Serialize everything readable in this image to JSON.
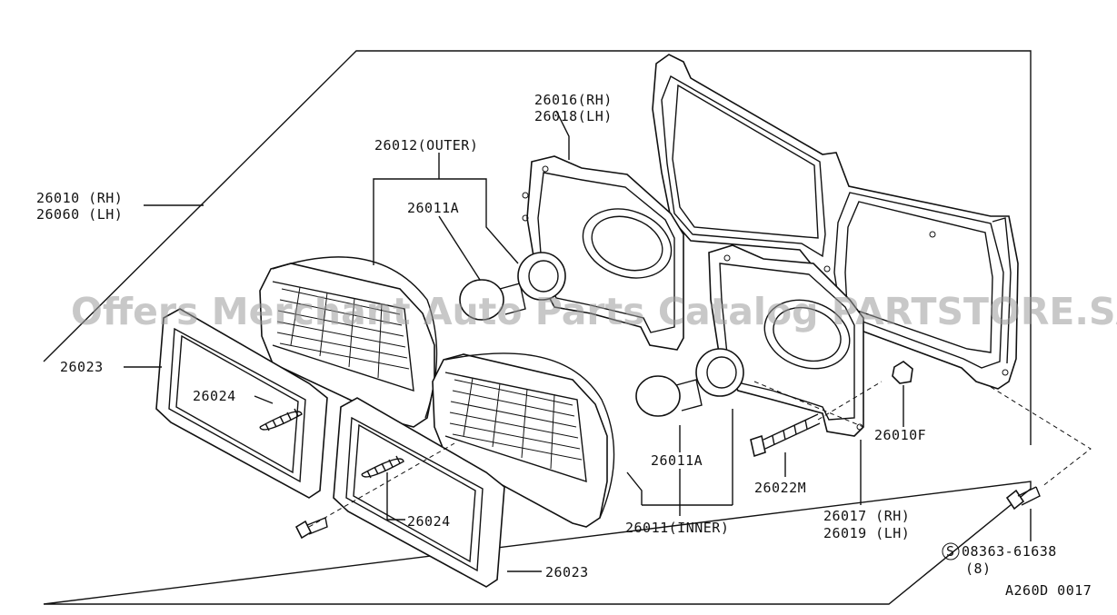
{
  "labels": {
    "assy_rh": "26010 (RH)",
    "assy_lh": "26060 (LH)",
    "outer_housing": "26012(OUTER)",
    "bulb_outer": "26011A",
    "bracket_rh": "26016(RH)",
    "bracket_lh": "26018(LH)",
    "lens_left": "26023",
    "spring_left": "26024",
    "lens_right": "26023",
    "spring_right": "26024",
    "bulb_inner": "26011A",
    "inner_housing": "26011(INNER)",
    "screw": "26022M",
    "nut": "26010F",
    "frame_rh": "26017 (RH)",
    "frame_lh": "26019 (LH)",
    "bolt_part": "08363-61638",
    "bolt_symbol": "S",
    "bolt_qty": "(8)",
    "diagram_code": "A260D 0017"
  },
  "watermark": "Offers Merchant Auto Parts Catalog PARTSTORE.SA"
}
